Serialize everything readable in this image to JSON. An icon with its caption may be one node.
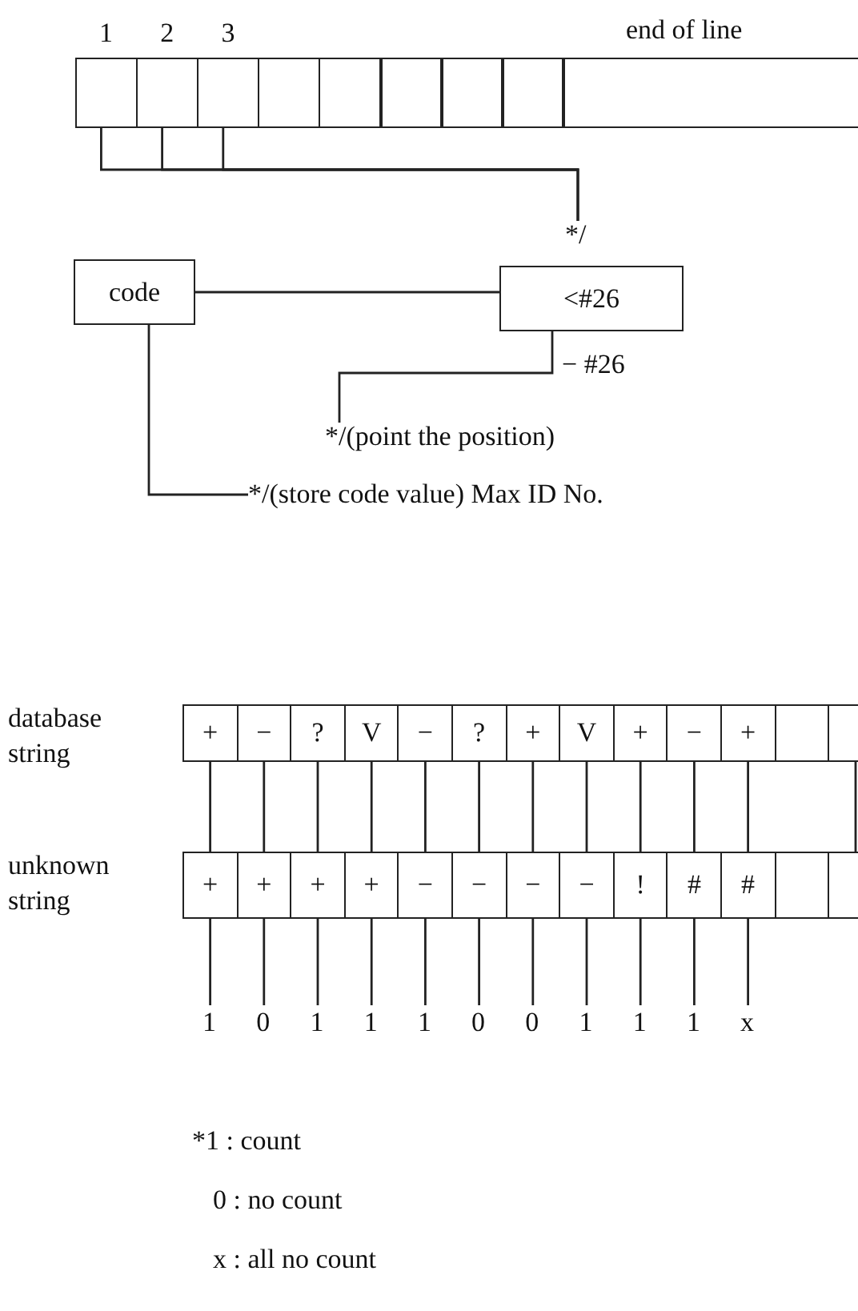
{
  "diagram": {
    "nodes": [
      {
        "text": [],
        "shape": "box",
        "beside": [
          "1"
        ]
      },
      {
        "text": [],
        "shape": "box",
        "beside": [
          "2"
        ]
      },
      {
        "text": [],
        "shape": "box",
        "beside": [
          "3"
        ]
      },
      {
        "text": [],
        "shape": "box"
      },
      {
        "text": [],
        "shape": "box"
      },
      {
        "text": [],
        "shape": "box"
      },
      {
        "text": [],
        "shape": "box"
      },
      {
        "text": [],
        "shape": "box"
      },
      {
        "text": [],
        "shape": "box",
        "beside": [
          "end of line"
        ]
      },
      {
        "text": [
          "*/"
        ]
      },
      {
        "text": [
          "code"
        ]
      },
      {
        "text": [
          "<#26"
        ]
      },
      {
        "text": [
          "*/(point the position)"
        ]
      },
      {
        "text": [
          "*/(store code value) Max ID No."
        ]
      },
      {
        "text": [
          "+"
        ]
      },
      {
        "text": [
          "−"
        ]
      },
      {
        "text": [
          "?"
        ]
      },
      {
        "text": [
          "V"
        ]
      },
      {
        "text": [
          "−"
        ]
      },
      {
        "text": [
          "?"
        ]
      },
      {
        "text": [
          "+"
        ]
      },
      {
        "text": [
          "V"
        ]
      },
      {
        "text": [
          "+"
        ]
      },
      {
        "text": [
          "−"
        ]
      },
      {
        "text": [
          "+"
        ]
      },
      {
        "text": [],
        "shape": "box"
      },
      {
        "text": [],
        "shape": "box"
      },
      {
        "text": [
          "+"
        ]
      },
      {
        "text": [
          "+"
        ]
      },
      {
        "text": [
          "+"
        ]
      },
      {
        "text": [
          "+"
        ]
      },
      {
        "text": [
          "−"
        ]
      },
      {
        "text": [
          "−"
        ]
      },
      {
        "text": [
          "−"
        ]
      },
      {
        "text": [
          "−"
        ]
      },
      {
        "text": [
          "!"
        ]
      },
      {
        "text": [
          "#"
        ]
      },
      {
        "text": [
          "#"
        ]
      },
      {
        "text": [],
        "shape": "box"
      },
      {
        "text": [],
        "shape": "box"
      },
      {
        "text": [
          "1"
        ]
      },
      {
        "text": [
          "0"
        ]
      },
      {
        "text": [
          "1"
        ]
      },
      {
        "text": [
          "1"
        ]
      },
      {
        "text": [
          "1"
        ]
      },
      {
        "text": [
          "0"
        ]
      },
      {
        "text": [
          "0"
        ]
      },
      {
        "text": [
          "1"
        ]
      },
      {
        "text": [
          "1"
        ]
      },
      {
        "text": [
          "1"
        ]
      },
      {
        "text": [
          "x"
        ]
      }
    ],
    "edges": [
      {
        "from": 0,
        "to": 9,
        "arrow": "none"
      },
      {
        "from": 1,
        "to": 9,
        "arrow": "none"
      },
      {
        "from": 2,
        "to": 9,
        "arrow": "none"
      },
      {
        "from": 10,
        "to": 11,
        "arrow": "none"
      },
      {
        "from": 11,
        "to": 12,
        "arrow": "none",
        "label": "− #26"
      },
      {
        "from": 10,
        "to": 13,
        "arrow": "none"
      },
      {
        "from": 14,
        "to": 27,
        "arrow": "none"
      },
      {
        "from": 15,
        "to": 28,
        "arrow": "none"
      },
      {
        "from": 16,
        "to": 29,
        "arrow": "none"
      },
      {
        "from": 17,
        "to": 30,
        "arrow": "none"
      },
      {
        "from": 18,
        "to": 31,
        "arrow": "none"
      },
      {
        "from": 19,
        "to": 32,
        "arrow": "none"
      },
      {
        "from": 20,
        "to": 33,
        "arrow": "none"
      },
      {
        "from": 21,
        "to": 34,
        "arrow": "none"
      },
      {
        "from": 22,
        "to": 35,
        "arrow": "none"
      },
      {
        "from": 23,
        "to": 36,
        "arrow": "none"
      },
      {
        "from": 24,
        "to": 37,
        "arrow": "none"
      },
      {
        "from": 26,
        "to": 39,
        "arrow": "none"
      },
      {
        "from": 27,
        "to": 40,
        "arrow": "none"
      },
      {
        "from": 28,
        "to": 41,
        "arrow": "none"
      },
      {
        "from": 29,
        "to": 42,
        "arrow": "none"
      },
      {
        "from": 30,
        "to": 43,
        "arrow": "none"
      },
      {
        "from": 31,
        "to": 44,
        "arrow": "none"
      },
      {
        "from": 32,
        "to": 45,
        "arrow": "none"
      },
      {
        "from": 33,
        "to": 46,
        "arrow": "none"
      },
      {
        "from": 34,
        "to": 47,
        "arrow": "none"
      },
      {
        "from": 35,
        "to": 48,
        "arrow": "none"
      },
      {
        "from": 36,
        "to": 49,
        "arrow": "none"
      },
      {
        "from": 37,
        "to": 50,
        "arrow": "none"
      }
    ],
    "labels": [
      "database string",
      "unknown string",
      "*1 : count",
      "0 : no count",
      "x : all no count"
    ]
  }
}
